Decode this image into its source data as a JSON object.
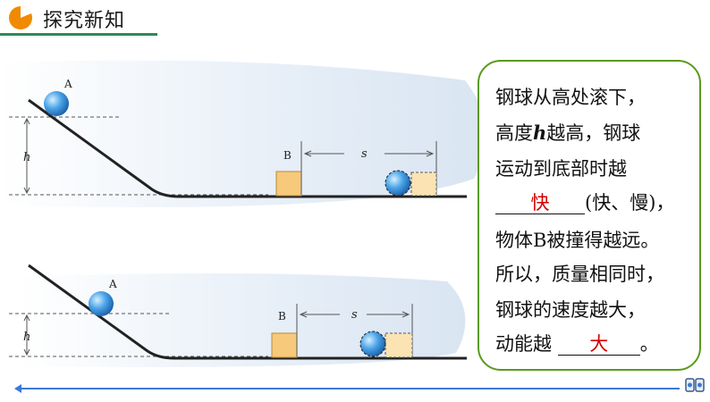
{
  "header": {
    "title": "探究新知",
    "icon": "pie-chart-badge-icon",
    "accent": "#f08a00",
    "line_color": "#2e8b57"
  },
  "diagram": {
    "top": {
      "ball_label": "A",
      "block_label": "B",
      "height_label": "h",
      "distance_label": "s"
    },
    "bottom": {
      "ball_label": "A",
      "block_label": "B",
      "height_label": "h",
      "distance_label": "s"
    }
  },
  "explanation": {
    "line1": "钢球从高处滚下，",
    "line2_pre": "高度",
    "line2_var": "h",
    "line2_post": "越高，钢球",
    "line3": "运动到底部时越",
    "blank1_answer": "快",
    "line4_post": "(快、慢)，",
    "line5": "物体B被撞得越远。",
    "line6": "所以，质量相同时，",
    "line7": "钢球的速度越大，",
    "line8_pre": "动能越",
    "blank2_answer": "大",
    "line8_post": "。"
  },
  "colors": {
    "answer": "#d40000",
    "box_border": "#5a9a1a",
    "ball": "#2a86d8",
    "block": "#f7c97a"
  }
}
